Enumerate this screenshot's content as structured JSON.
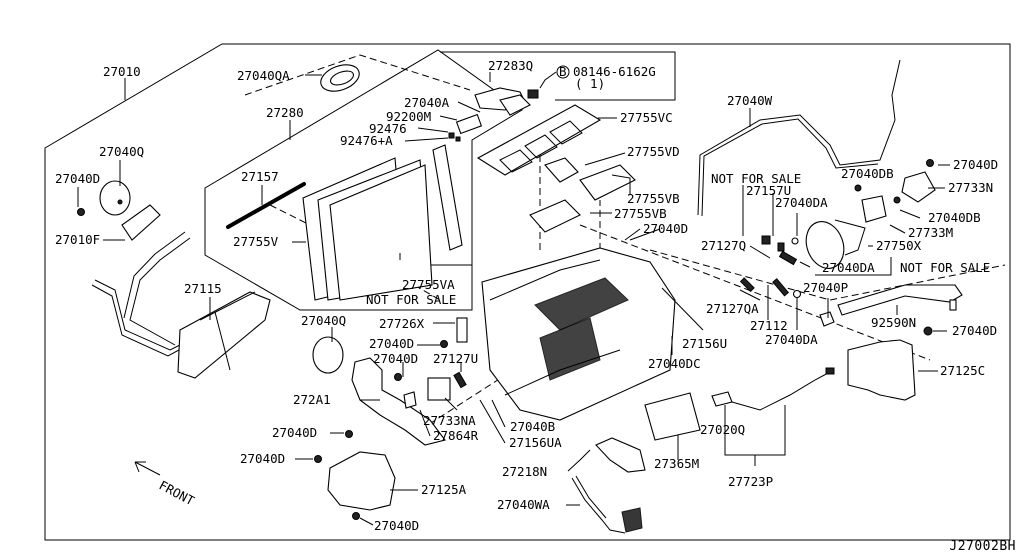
{
  "diagram": {
    "title": "Heater & blower unit parts diagram",
    "code": "J27002BH",
    "front_label": "FRONT",
    "labels": {
      "l27010": "27010",
      "l27040QA": "27040QA",
      "l27283Q": "27283Q",
      "bolt_ref": "08146-6162G",
      "bolt_qty": "( 1)",
      "bolt_circle": "B",
      "l27280": "27280",
      "l27040A": "27040A",
      "l92200M": "92200M",
      "l92476": "92476",
      "l92476A": "92476+A",
      "l27755VC": "27755VC",
      "l27755VD": "27755VD",
      "l27755VB_1": "27755VB",
      "l27755VB_2": "27755VB",
      "l27040Q_1": "27040Q",
      "l27040D_1": "27040D",
      "l27010F": "27010F",
      "l27157": "27157",
      "l27755V": "27755V",
      "l27755VA": "27755VA",
      "nfs_1": "NOT FOR SALE",
      "l27115": "27115",
      "l27040W": "27040W",
      "nfs_2": "NOT FOR SALE",
      "l27157U": "27157U",
      "l27040DA_1": "27040DA",
      "l27040DB_1": "27040DB",
      "l27040D_2": "27040D",
      "l27733N": "27733N",
      "l27040DB_2": "27040DB",
      "l27733M": "27733M",
      "l27750X": "27750X",
      "l27127Q": "27127Q",
      "l27040DA_2": "27040DA",
      "nfs_3": "NOT FOR SALE",
      "l27040D_3": "27040D",
      "l27127QA": "27127QA",
      "l27040P": "27040P",
      "l27112": "27112",
      "l27040DA_3": "27040DA",
      "l92590N": "92590N",
      "l27040D_4": "27040D",
      "l27156U": "27156U",
      "l27125C": "27125C",
      "l27040DC": "27040DC",
      "l27040Q_2": "27040Q",
      "l27726X": "27726X",
      "l27040D_5": "27040D",
      "l27040D_6": "27040D",
      "l27127U": "27127U",
      "l272A1": "272A1",
      "l27733NA": "27733NA",
      "l27864R": "27864R",
      "l27040B": "27040B",
      "l27156UA": "27156UA",
      "l27040D_7": "27040D",
      "l27040D_8": "27040D",
      "l27125A": "27125A",
      "l27040D_9": "27040D",
      "l27218N": "27218N",
      "l27040WA": "27040WA",
      "l27365M": "27365M",
      "l27020Q": "27020Q",
      "l27723P": "27723P"
    }
  }
}
